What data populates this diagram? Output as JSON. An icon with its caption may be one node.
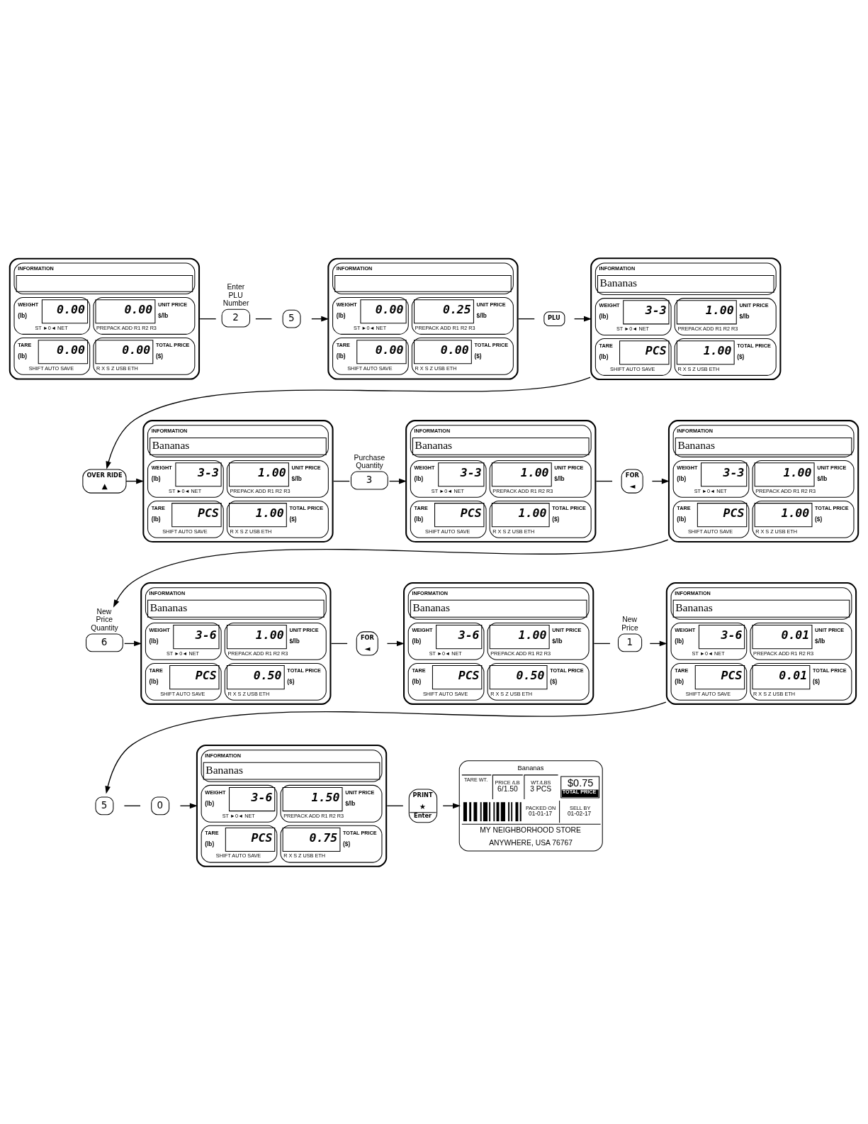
{
  "diagram": {
    "nodes": [
      {
        "text": [
          "INFORMATION",
          "WEIGHT",
          "(lb)",
          "0.00",
          "ST ►0◄ NET",
          "0.00",
          "UNIT PRICE",
          "$/lb",
          "PREPACK ADD R1 R2 R3",
          "TARE",
          "(lb)",
          "0.00",
          "SHIFT AUTO SAVE",
          "0.00",
          "TOTAL PRICE",
          "($)",
          "R X S Z USB ETH"
        ]
      },
      {
        "text": [
          "2"
        ],
        "beside": [
          "Enter PLU Number"
        ]
      },
      {
        "text": [
          "5"
        ]
      },
      {
        "text": [
          "INFORMATION",
          "WEIGHT",
          "(lb)",
          "0.00",
          "ST ►0◄ NET",
          "0.25",
          "UNIT PRICE",
          "$/lb",
          "PREPACK ADD R1 R2 R3",
          "TARE",
          "(lb)",
          "0.00",
          "SHIFT AUTO SAVE",
          "0.00",
          "TOTAL PRICE",
          "($)",
          "R X S Z USB ETH"
        ]
      },
      {
        "text": [
          "PLU"
        ]
      },
      {
        "text": [
          "INFORMATION",
          "Bananas",
          "WEIGHT",
          "(lb)",
          "3-3",
          "ST ►0◄ NET",
          "1.00",
          "UNIT PRICE",
          "$/lb",
          "PREPACK ADD R1 R2 R3",
          "TARE",
          "(lb)",
          "PCS",
          "SHIFT AUTO SAVE",
          "1.00",
          "TOTAL PRICE",
          "($)",
          "R X S Z USB ETH"
        ]
      },
      {
        "text": [
          "OVER RIDE",
          "▲"
        ]
      },
      {
        "text": [
          "INFORMATION",
          "Bananas",
          "WEIGHT",
          "(lb)",
          "3-3",
          "ST ►0◄ NET",
          "1.00",
          "UNIT PRICE",
          "$/lb",
          "PREPACK ADD R1 R2 R3",
          "TARE",
          "(lb)",
          "PCS",
          "SHIFT AUTO SAVE",
          "1.00",
          "TOTAL PRICE",
          "($)",
          "R X S Z USB ETH"
        ]
      },
      {
        "text": [
          "3"
        ],
        "beside": [
          "Purchase Quantity"
        ]
      },
      {
        "text": [
          "INFORMATION",
          "Bananas",
          "WEIGHT",
          "(lb)",
          "3-3",
          "ST ►0◄ NET",
          "1.00",
          "UNIT PRICE",
          "$/lb",
          "PREPACK ADD R1 R2 R3",
          "TARE",
          "(lb)",
          "PCS",
          "SHIFT AUTO SAVE",
          "1.00",
          "TOTAL PRICE",
          "($)",
          "R X S Z USB ETH"
        ]
      },
      {
        "text": [
          "FOR",
          "◄"
        ]
      },
      {
        "text": [
          "INFORMATION",
          "Bananas",
          "WEIGHT",
          "(lb)",
          "3-3",
          "ST ►0◄ NET",
          "1.00",
          "UNIT PRICE",
          "$/lb",
          "PREPACK ADD R1 R2 R3",
          "TARE",
          "(lb)",
          "PCS",
          "SHIFT AUTO SAVE",
          "1.00",
          "TOTAL PRICE",
          "($)",
          "R X S Z USB ETH"
        ]
      },
      {
        "text": [
          "6"
        ],
        "beside": [
          "New Price Quantity"
        ]
      },
      {
        "text": [
          "INFORMATION",
          "Bananas",
          "WEIGHT",
          "(lb)",
          "3-6",
          "ST ►0◄ NET",
          "1.00",
          "UNIT PRICE",
          "$/lb",
          "PREPACK ADD R1 R2 R3",
          "TARE",
          "(lb)",
          "PCS",
          "SHIFT AUTO SAVE",
          "0.50",
          "TOTAL PRICE",
          "($)",
          "R X S Z USB ETH"
        ]
      },
      {
        "text": [
          "FOR",
          "◄"
        ]
      },
      {
        "text": [
          "INFORMATION",
          "Bananas",
          "WEIGHT",
          "(lb)",
          "3-6",
          "ST ►0◄ NET",
          "1.00",
          "UNIT PRICE",
          "$/lb",
          "PREPACK ADD R1 R2 R3",
          "TARE",
          "(lb)",
          "PCS",
          "SHIFT AUTO SAVE",
          "0.50",
          "TOTAL PRICE",
          "($)",
          "R X S Z USB ETH"
        ]
      },
      {
        "text": [
          "1"
        ],
        "beside": [
          "New Price"
        ]
      },
      {
        "text": [
          "INFORMATION",
          "Bananas",
          "WEIGHT",
          "(lb)",
          "3-6",
          "ST ►0◄ NET",
          "0.01",
          "UNIT PRICE",
          "$/lb",
          "PREPACK ADD R1 R2 R3",
          "TARE",
          "(lb)",
          "PCS",
          "SHIFT AUTO SAVE",
          "0.01",
          "TOTAL PRICE",
          "($)",
          "R X S Z USB ETH"
        ]
      },
      {
        "text": [
          "5"
        ]
      },
      {
        "text": [
          "0"
        ]
      },
      {
        "text": [
          "INFORMATION",
          "Bananas",
          "WEIGHT",
          "(lb)",
          "3-6",
          "ST ►0◄ NET",
          "1.50",
          "UNIT PRICE",
          "$/lb",
          "PREPACK ADD R1 R2 R3",
          "TARE",
          "(lb)",
          "PCS",
          "SHIFT AUTO SAVE",
          "0.75",
          "TOTAL PRICE",
          "($)",
          "R X S Z USB ETH"
        ]
      },
      {
        "text": [
          "PRINT",
          "★",
          "Enter"
        ]
      },
      {
        "text": [
          "Bananas",
          "TARE WT.",
          "PRICE /LB",
          "6/1.50",
          "WT./LBS",
          "3 PCS",
          "$0.75",
          "TOTAL PRICE",
          "PACKED ON",
          "01-01-17",
          "SELL BY",
          "01-02-17",
          "MY NEIGHBORHOOD STORE",
          "ANYWHERE, USA 76767"
        ]
      }
    ],
    "edges": [
      {
        "from": 0,
        "to": 1,
        "arrow": "none"
      },
      {
        "from": 1,
        "to": 2,
        "arrow": "none"
      },
      {
        "from": 2,
        "to": 3,
        "arrow": "to"
      },
      {
        "from": 3,
        "to": 4,
        "arrow": "none"
      },
      {
        "from": 4,
        "to": 5,
        "arrow": "to"
      },
      {
        "from": 5,
        "to": 6,
        "arrow": "to"
      },
      {
        "from": 6,
        "to": 7,
        "arrow": "to"
      },
      {
        "from": 7,
        "to": 8,
        "arrow": "none"
      },
      {
        "from": 8,
        "to": 9,
        "arrow": "to"
      },
      {
        "from": 9,
        "to": 10,
        "arrow": "none"
      },
      {
        "from": 10,
        "to": 11,
        "arrow": "to"
      },
      {
        "from": 11,
        "to": 12,
        "arrow": "to"
      },
      {
        "from": 12,
        "to": 13,
        "arrow": "to"
      },
      {
        "from": 13,
        "to": 14,
        "arrow": "none"
      },
      {
        "from": 14,
        "to": 15,
        "arrow": "to"
      },
      {
        "from": 15,
        "to": 16,
        "arrow": "none"
      },
      {
        "from": 16,
        "to": 17,
        "arrow": "to"
      },
      {
        "from": 17,
        "to": 18,
        "arrow": "to"
      },
      {
        "from": 18,
        "to": 19,
        "arrow": "none"
      },
      {
        "from": 19,
        "to": 20,
        "arrow": "to"
      },
      {
        "from": 20,
        "to": 21,
        "arrow": "none"
      },
      {
        "from": 21,
        "to": 22,
        "arrow": "to"
      }
    ]
  }
}
